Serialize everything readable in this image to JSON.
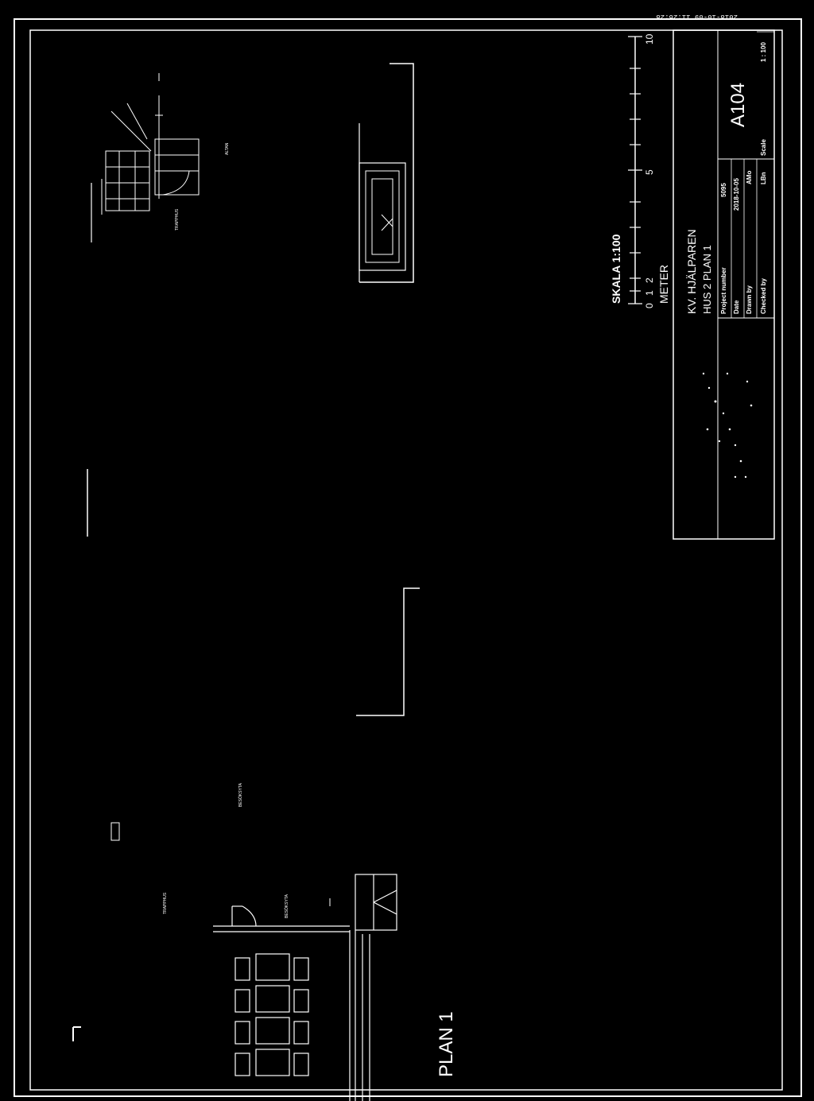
{
  "drawing": {
    "title": "PLAN 1",
    "timestamp": "2018-10-09 11:26:28",
    "room_labels": {
      "trapphus_top": "TRAPPHUS",
      "trapphus_bottom": "TRAPPHUS",
      "altan": "ALTAN",
      "besoksyta_a": "BESÖKSYTA",
      "besoksyta_b": "BESÖKSYTA"
    }
  },
  "scale_bar": {
    "title": "SKALA 1:100",
    "unit": "METER",
    "ticks": [
      "0",
      "1",
      "2",
      "5",
      "10"
    ]
  },
  "title_block": {
    "project": "KV. HJÄLPAREN",
    "sheet_title": "HUS 2 PLAN 1",
    "sheet_number": "A104",
    "fields": [
      {
        "label": "Project number",
        "value": "5095"
      },
      {
        "label": "Date",
        "value": "2018-10-05"
      },
      {
        "label": "Drawn by",
        "value": "AMo"
      },
      {
        "label": "Checked by",
        "value": "LBn"
      },
      {
        "label": "Scale",
        "value": "1 : 100"
      }
    ]
  }
}
